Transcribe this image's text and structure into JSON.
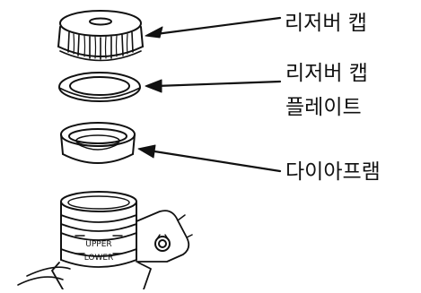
{
  "labels": {
    "reservoir_cap": "리저버 캡",
    "reservoir_cap_plate_line1": "리저버 캡",
    "reservoir_cap_plate_line2": "플레이트",
    "diaphragm": "다이아프램"
  },
  "reservoir_markings": {
    "upper": "UPPER",
    "lower": "LOWER"
  },
  "colors": {
    "line": "#111111",
    "background": "#ffffff"
  }
}
